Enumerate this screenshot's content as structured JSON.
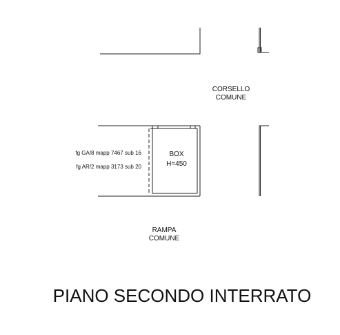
{
  "labels": {
    "corsello_line1": "CORSELLO",
    "corsello_line2": "COMUNE",
    "box_line1": "BOX",
    "box_line2": "H=450",
    "cadastral_1": "fg GA/8 mapp 7467 sub 16",
    "cadastral_2": "fg AR/2 mapp 3173 sub 20",
    "rampa_line1": "RAMPA",
    "rampa_line2": "COMUNE",
    "title": "PIANO SECONDO INTERRATO"
  },
  "colors": {
    "line": "#222222",
    "background": "#ffffff"
  }
}
